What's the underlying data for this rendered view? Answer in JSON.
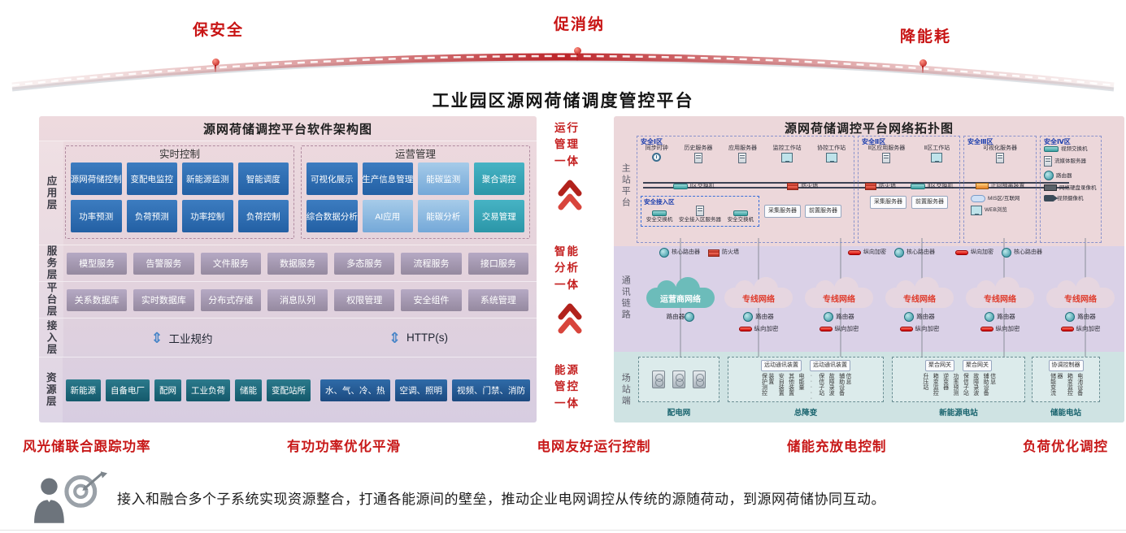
{
  "arch": {
    "labels": [
      "保安全",
      "促消纳",
      "降能耗"
    ]
  },
  "main_title": "工业园区源网荷储调度管控平台",
  "software": {
    "title": "源网荷储调控平台软件架构图",
    "layer_labels": {
      "app": "应用层",
      "service": "服务层",
      "platform": "平台层",
      "access": "接入层",
      "resource": "资源层"
    },
    "app_groups": [
      {
        "title": "实时控制",
        "buttons": [
          {
            "label": "源网荷储控制",
            "variant": "btn-dark"
          },
          {
            "label": "变配电监控",
            "variant": "btn-dark"
          },
          {
            "label": "新能源监测",
            "variant": "btn-dark"
          },
          {
            "label": "智能调度",
            "variant": "btn-dark"
          },
          {
            "label": "功率预测",
            "variant": "btn-dark"
          },
          {
            "label": "负荷预测",
            "variant": "btn-dark"
          },
          {
            "label": "功率控制",
            "variant": "btn-dark"
          },
          {
            "label": "负荷控制",
            "variant": "btn-dark"
          }
        ]
      },
      {
        "title": "运营管理",
        "buttons": [
          {
            "label": "可视化展示",
            "variant": "btn-dark"
          },
          {
            "label": "生产信息管理",
            "variant": "btn-dark"
          },
          {
            "label": "能碳监测",
            "variant": "btn-light"
          },
          {
            "label": "聚合调控",
            "variant": "btn-teal"
          },
          {
            "label": "综合数据分析",
            "variant": "btn-dark"
          },
          {
            "label": "AI应用",
            "variant": "btn-light"
          },
          {
            "label": "能碳分析",
            "variant": "btn-light"
          },
          {
            "label": "交易管理",
            "variant": "btn-teal"
          }
        ]
      }
    ],
    "service_buttons": [
      "模型服务",
      "告警服务",
      "文件服务",
      "数据服务",
      "多态服务",
      "流程服务",
      "接口服务"
    ],
    "platform_buttons": [
      "关系数据库",
      "实时数据库",
      "分布式存储",
      "消息队列",
      "权限管理",
      "安全组件",
      "系统管理"
    ],
    "access_items": [
      "工业规约",
      "HTTP(s)"
    ],
    "resource_groups": [
      {
        "buttons": [
          "新能源",
          "自备电厂",
          "配网",
          "工业负荷",
          "储能",
          "变配站所"
        ]
      },
      {
        "buttons": [
          "水、气、冷、热",
          "空调、照明",
          "视频、门禁、消防"
        ]
      }
    ]
  },
  "pillars": [
    {
      "l1": "运行",
      "l2": "管理",
      "l3": "一体"
    },
    {
      "l1": "智能",
      "l2": "分析",
      "l3": "一体"
    },
    {
      "l1": "能源",
      "l2": "管控",
      "l3": "一体"
    }
  ],
  "topology": {
    "title": "源网荷储调控平台网络拓扑图",
    "side_labels": [
      "主站平台",
      "通讯链路",
      "场站端"
    ],
    "zone1": {
      "name": "安全Ⅰ区",
      "servers": [
        {
          "label": "同步时钟",
          "icon": "clock-icon"
        },
        {
          "label": "历史服务器",
          "icon": "server-icon"
        },
        {
          "label": "应用服务器",
          "icon": "server-icon"
        },
        {
          "label": "监控工作站",
          "icon": "workstation-icon"
        },
        {
          "label": "协控工作站",
          "icon": "workstation-icon"
        }
      ],
      "network": [
        {
          "label": "Ⅰ区交换机",
          "icon": "switch-icon"
        },
        {
          "label": "防火墙",
          "icon": "firewall-icon"
        }
      ],
      "secure_zone_name": "安全接入区",
      "secure_devices": [
        {
          "label": "安全交换机",
          "icon": "switch-icon"
        },
        {
          "label": "安全接入区服务器",
          "icon": "server-icon"
        },
        {
          "label": "安全交换机",
          "icon": "switch-icon"
        }
      ],
      "front_boxes": [
        "采集服务器",
        "前置服务器"
      ]
    },
    "zone2": {
      "name": "安全Ⅱ区",
      "servers": [
        {
          "label": "Ⅱ区应用服务器",
          "icon": "server-icon"
        },
        {
          "label": "Ⅱ区工作站",
          "icon": "workstation-icon"
        }
      ],
      "network": [
        {
          "label": "防火墙",
          "icon": "firewall-icon"
        },
        {
          "label": "Ⅱ区交换机",
          "icon": "switch-icon"
        }
      ],
      "front_boxes": [
        "采集服务器",
        "前置服务器"
      ]
    },
    "zone3": {
      "name": "安全Ⅲ区",
      "servers": [
        {
          "label": "可视化服务器",
          "icon": "server-icon"
        }
      ],
      "network": [
        {
          "label": "正向隔离装置",
          "icon": "isolator-icon"
        }
      ],
      "devices": [
        {
          "label": "MIS区/互联网",
          "icon": "cloud-mini-icon"
        },
        {
          "label": "WEB浏览",
          "icon": "pc-icon"
        }
      ]
    },
    "zone4": {
      "name": "安全Ⅳ区",
      "devices": [
        {
          "label": "视频交换机",
          "icon": "switch-icon"
        },
        {
          "label": "流媒体服务器",
          "icon": "server-icon"
        },
        {
          "label": "路由器",
          "icon": "router-icon"
        },
        {
          "label": "网络硬盘录像机",
          "icon": "nvr-icon"
        },
        {
          "label": "视频摄像机",
          "icon": "camera-icon"
        }
      ]
    },
    "core_groups": [
      [
        {
          "label": "核心路由器",
          "icon": "router-icon"
        },
        {
          "label": "防火墙",
          "icon": "firewall-icon"
        }
      ],
      [
        {
          "label": "纵向加密",
          "icon": "encrypt-icon"
        },
        {
          "label": "核心路由器",
          "icon": "router-icon"
        }
      ],
      [
        {
          "label": "纵向加密",
          "icon": "encrypt-icon"
        },
        {
          "label": "核心路由器",
          "icon": "router-icon"
        }
      ]
    ],
    "comm": {
      "operator": {
        "cloud": "运营商网络",
        "router": "路由器"
      },
      "leased": [
        {
          "cloud": "专线网络",
          "router": "路由器",
          "encrypt": "纵向加密"
        },
        {
          "cloud": "专线网络",
          "router": "路由器",
          "encrypt": "纵向加密"
        },
        {
          "cloud": "专线网络",
          "router": "路由器",
          "encrypt": "纵向加密"
        },
        {
          "cloud": "专线网络",
          "router": "路由器",
          "encrypt": "纵向加密"
        },
        {
          "cloud": "专线网络",
          "router": "路由器",
          "encrypt": "纵向加密"
        }
      ]
    },
    "stations": [
      {
        "name": "配电网"
      },
      {
        "name": "总降变",
        "gateways": [
          "远动通讯装置",
          "远动通讯装置"
        ],
        "items": [
          "保护测控装置",
          "安自装置",
          "其他装置",
          "电能量",
          "·····",
          "保信子站",
          "故障录波",
          "辅助设备信息"
        ]
      },
      {
        "name": "新能源电站",
        "gateways": [
          "聚合网关",
          "聚合网关"
        ],
        "items": [
          "升压站",
          "箱变监控",
          "逆变器",
          "功率预测",
          "保信子站",
          "故障录波",
          "辅助设备信息"
        ]
      },
      {
        "name": "储能电站",
        "gateways": [
          "协调控制器"
        ],
        "items": [
          "储能变流器",
          "箱变监控",
          "电池设备"
        ]
      }
    ]
  },
  "footer": {
    "features": [
      "风光储联合跟踪功率",
      "有功功率优化平滑",
      "电网友好运行控制",
      "储能充放电控制",
      "负荷优化调控"
    ],
    "summary": "接入和融合多个子系统实现资源整合，打通各能源间的壁垒，推动企业电网调控从传统的源随荷动，到源网荷储协同互动。"
  },
  "colors": {
    "accent_red": "#c81919",
    "button_dark_blue": "#2a66ac",
    "button_light_blue": "#85b3de",
    "button_teal": "#33a2b4",
    "service_button": "#9d90ad",
    "resource_teal": "#19616f",
    "resource_navy": "#21527f",
    "panel_pink": "#ecd7da",
    "comm_band": "#dad1e7",
    "station_band": "#cfe3e3"
  }
}
